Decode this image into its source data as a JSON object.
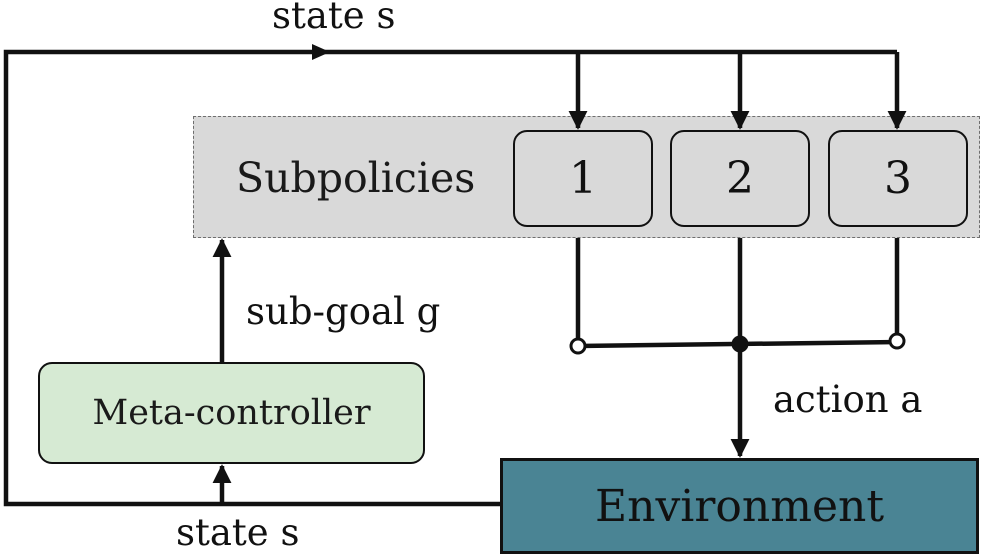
{
  "diagram": {
    "subpolicies": {
      "label": "Subpolicies",
      "items": [
        "1",
        "2",
        "3"
      ]
    },
    "meta_controller": {
      "label": "Meta-controller"
    },
    "environment": {
      "label": "Environment"
    },
    "edge_labels": {
      "state_top": "state s",
      "subgoal": "sub-goal g",
      "action": "action a",
      "state_bottom": "state s"
    },
    "colors": {
      "subpolicies_fill": "#d9d9d9",
      "meta_controller_fill": "#d6ead3",
      "environment_fill": "#4a8494",
      "line": "#111111"
    }
  }
}
